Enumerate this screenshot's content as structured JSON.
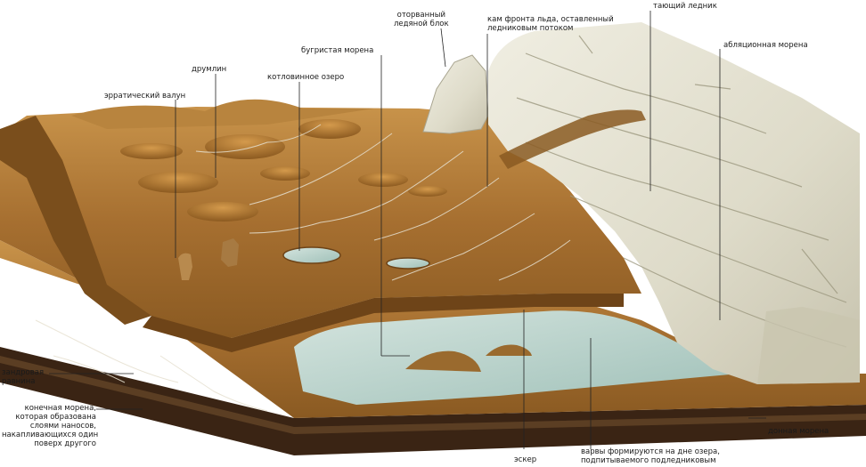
{
  "labels": {
    "erratic_boulder": "эрратический валун",
    "drumlin": "друмлин",
    "kettle_lake": "котловинное озеро",
    "hummocky_moraine": "бугристая морена",
    "detached_block": "оторванный\nледяной блок",
    "kame": "кам фронта льда, оставленный\nледниковым потоком",
    "melting_glacier": "тающий ледник",
    "ablation_moraine": "абляционная морена",
    "outwash_plain": "зандровая\nравнина",
    "terminal_moraine": "конечная морена,\nкоторая образована\nслоями наносов,\nнакапливающихся один\nповерх другого",
    "esker": "эскер",
    "varves": "варвы формируются на дне озера,\nподпитываемого подледниковым",
    "ground_moraine": "донная морена"
  },
  "colors": {
    "plain": "#b07a35",
    "plain_dark": "#7a4e1c",
    "ice": "#e4e2d4",
    "ice_shade": "#bfbca8",
    "water": "#b9d4cf",
    "soil": "#3a2414",
    "leader": "#222222"
  }
}
